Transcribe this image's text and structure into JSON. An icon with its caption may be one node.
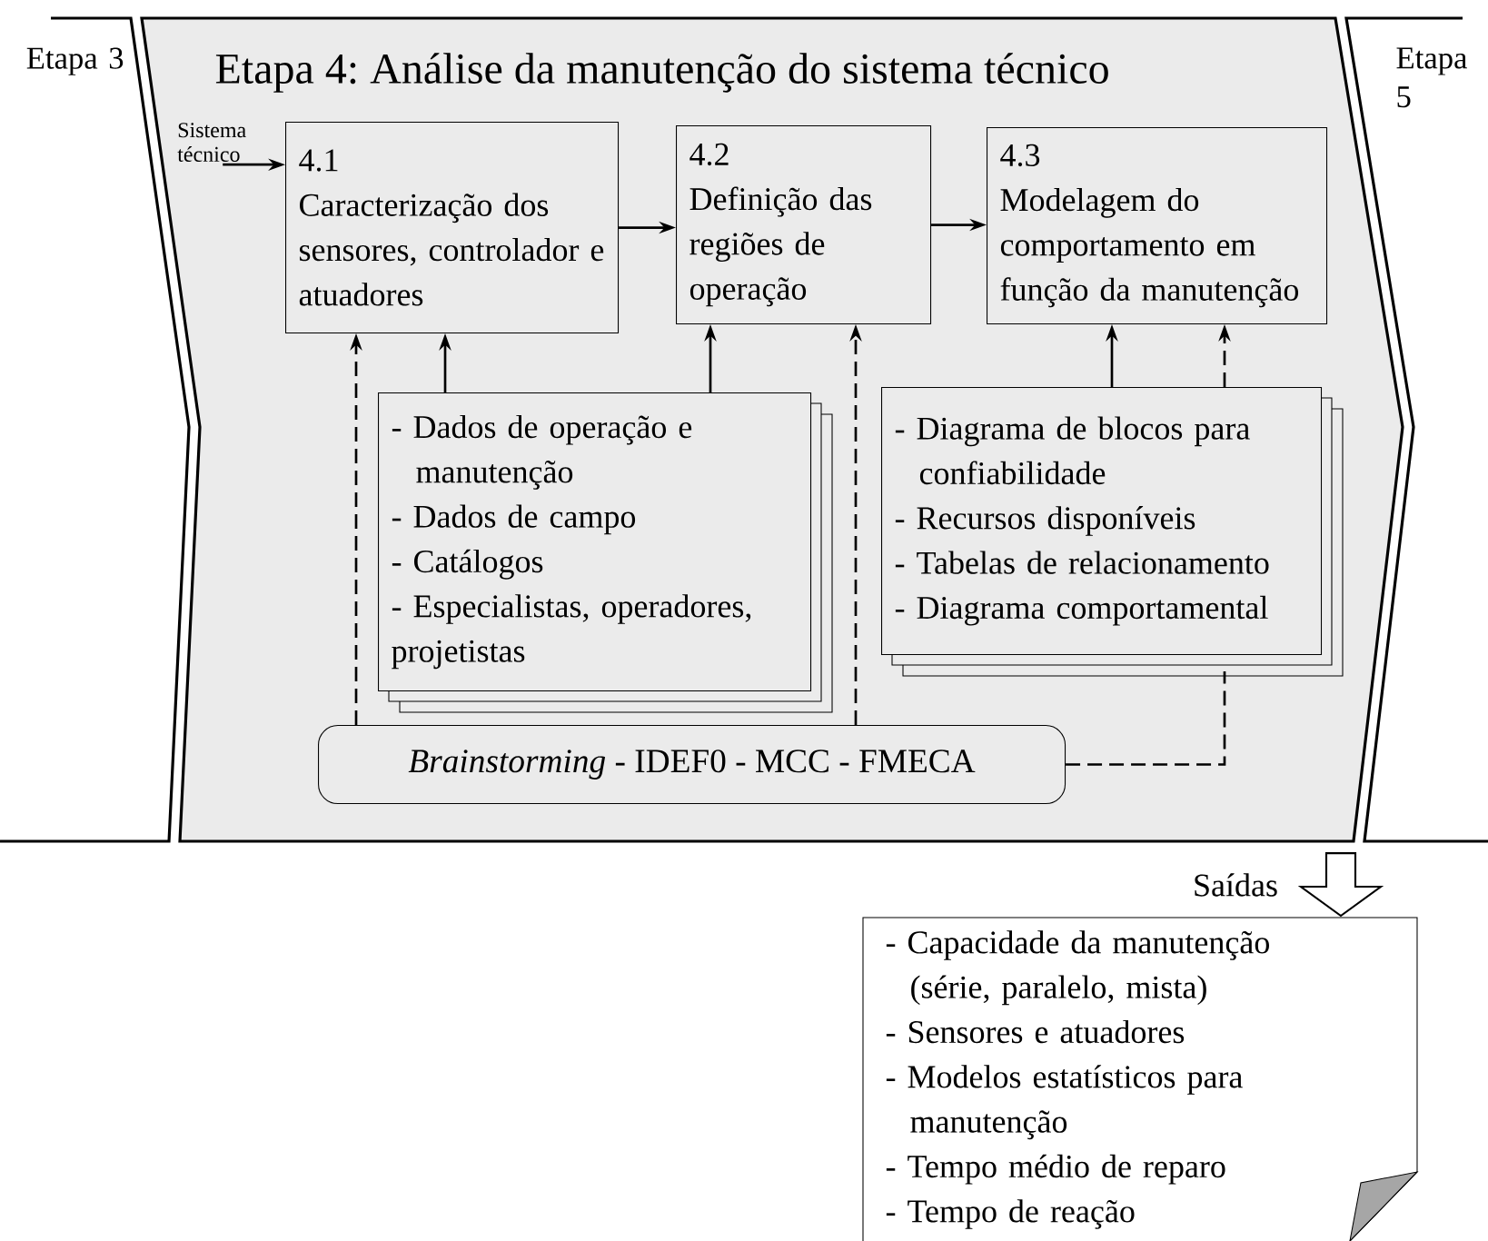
{
  "diagram": {
    "nodes": [
      {
        "text": [
          "Etapa 3"
        ]
      },
      {
        "text": [
          "Etapa 4: Análise da manutenção do sistema técnico"
        ]
      },
      {
        "text": [
          "Etapa 5"
        ]
      },
      {
        "text": [
          "Sistema técnico"
        ],
        "in": 1
      },
      {
        "text": [
          "4.1",
          "Caracterização dos sensores, controlador e atuadores"
        ],
        "in": 1
      },
      {
        "text": [
          "4.2",
          "Definição das regiões de operação"
        ],
        "in": 1
      },
      {
        "text": [
          "4.3",
          "Modelagem do comportamento em função da manutenção"
        ],
        "in": 1
      },
      {
        "text": [
          "- Dados de operação e manutenção",
          "- Dados de campo",
          "- Catálogos",
          "- Especialistas, operadores, projetistas"
        ],
        "in": 1
      },
      {
        "text": [
          "- Diagrama de blocos para confiabilidade",
          "- Recursos disponíveis",
          "- Tabelas de relacionamento",
          "- Diagrama comportamental"
        ],
        "in": 1
      },
      {
        "text": [
          "*Brainstorming* - IDEF0 - MCC - FMECA"
        ],
        "in": 1
      },
      {
        "text": [
          "- Capacidade da manutenção (série, paralelo, mista)",
          "- Sensores e atuadores",
          "- Modelos estatísticos para manutenção",
          "- Tempo médio de reparo",
          "- Tempo de reação"
        ]
      }
    ],
    "edges": [
      {
        "from": 3,
        "to": 4,
        "arrow": "to"
      },
      {
        "from": 4,
        "to": 5,
        "arrow": "to"
      },
      {
        "from": 5,
        "to": 6,
        "arrow": "to"
      },
      {
        "from": 7,
        "to": 4,
        "arrow": "to"
      },
      {
        "from": 7,
        "to": 5,
        "arrow": "to"
      },
      {
        "from": 9,
        "to": 4,
        "arrow": "to",
        "style": "dashed"
      },
      {
        "from": 9,
        "to": 5,
        "arrow": "to",
        "style": "dashed"
      },
      {
        "from": 8,
        "to": 6,
        "arrow": "to"
      },
      {
        "from": 9,
        "to": 8,
        "arrow": "none",
        "style": "dashed"
      },
      {
        "from": 8,
        "to": 6,
        "arrow": "to",
        "style": "dashed"
      },
      {
        "from": 1,
        "to": 10,
        "arrow": "to",
        "label": "Saídas"
      }
    ]
  }
}
